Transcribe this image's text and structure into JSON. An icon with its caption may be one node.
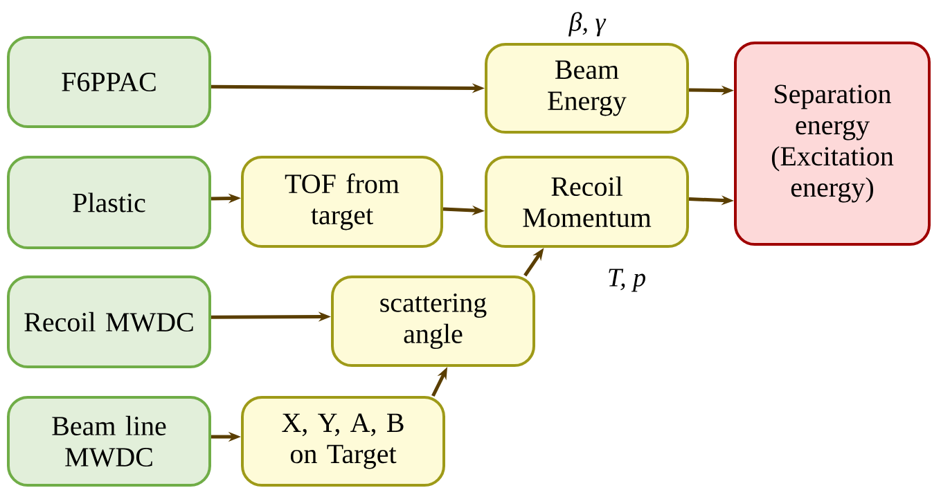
{
  "diagram": {
    "nodes": [
      {
        "text": [
          "F6PPAC"
        ]
      },
      {
        "text": [
          "Plastic"
        ]
      },
      {
        "text": [
          "Recoil MWDC"
        ]
      },
      {
        "text": [
          "Beam line MWDC"
        ]
      },
      {
        "text": [
          "Beam Energy"
        ],
        "beside": [
          "β, γ"
        ]
      },
      {
        "text": [
          "TOF from target"
        ]
      },
      {
        "text": [
          "Recoil Momentum"
        ],
        "beside": [
          "T, p"
        ]
      },
      {
        "text": [
          "scattering angle"
        ]
      },
      {
        "text": [
          "X, Y, A, B on Target"
        ]
      },
      {
        "text": [
          "Separation energy (Excitation energy)"
        ]
      }
    ],
    "edges": [
      {
        "from": 0,
        "to": 4,
        "arrow": "to"
      },
      {
        "from": 1,
        "to": 5,
        "arrow": "to"
      },
      {
        "from": 5,
        "to": 6,
        "arrow": "to"
      },
      {
        "from": 2,
        "to": 7,
        "arrow": "to"
      },
      {
        "from": 3,
        "to": 8,
        "arrow": "to"
      },
      {
        "from": 8,
        "to": 7,
        "arrow": "to"
      },
      {
        "from": 7,
        "to": 6,
        "arrow": "to"
      },
      {
        "from": 4,
        "to": 9,
        "arrow": "to"
      },
      {
        "from": 6,
        "to": 9,
        "arrow": "to"
      }
    ]
  }
}
